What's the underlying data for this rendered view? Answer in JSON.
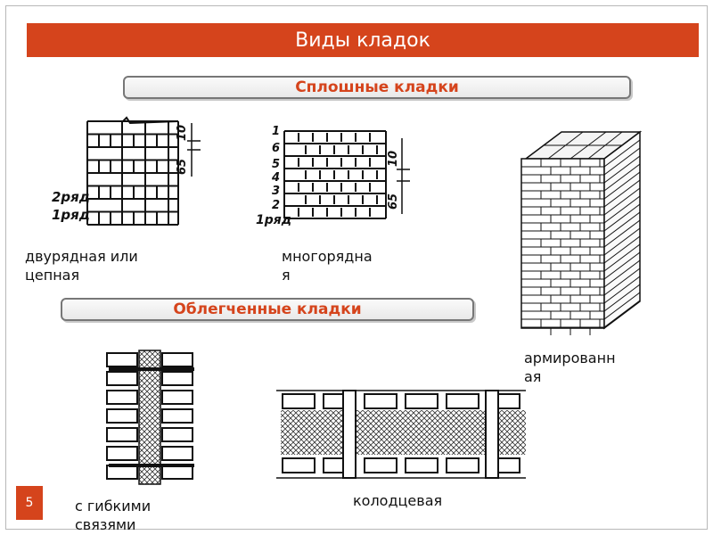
{
  "slide": {
    "title": "Виды кладок",
    "number": "5",
    "accent_color": "#d5441c"
  },
  "sections": {
    "solid": "Сплошные кладки",
    "lightweight": "Облегченные кладки"
  },
  "captions": {
    "chain_line1": "двурядная или",
    "chain_line2": "цепная",
    "multirow_line1": "многорядна",
    "multirow_line2": "я",
    "reinforced_line1": "армированн",
    "reinforced_line2": "ая",
    "flexible_line1": "с гибкими",
    "flexible_line2": "связями",
    "well": "колодцевая"
  },
  "drawing_labels": {
    "chain_row2": "2ряд",
    "chain_row1": "1ряд",
    "chain_dim_10": "10",
    "chain_dim_65": "65",
    "multi_rows": [
      "1",
      "6",
      "5",
      "4",
      "3",
      "2"
    ],
    "multi_row1": "1ряд",
    "multi_dim_10": "10",
    "multi_dim_65": "65"
  }
}
